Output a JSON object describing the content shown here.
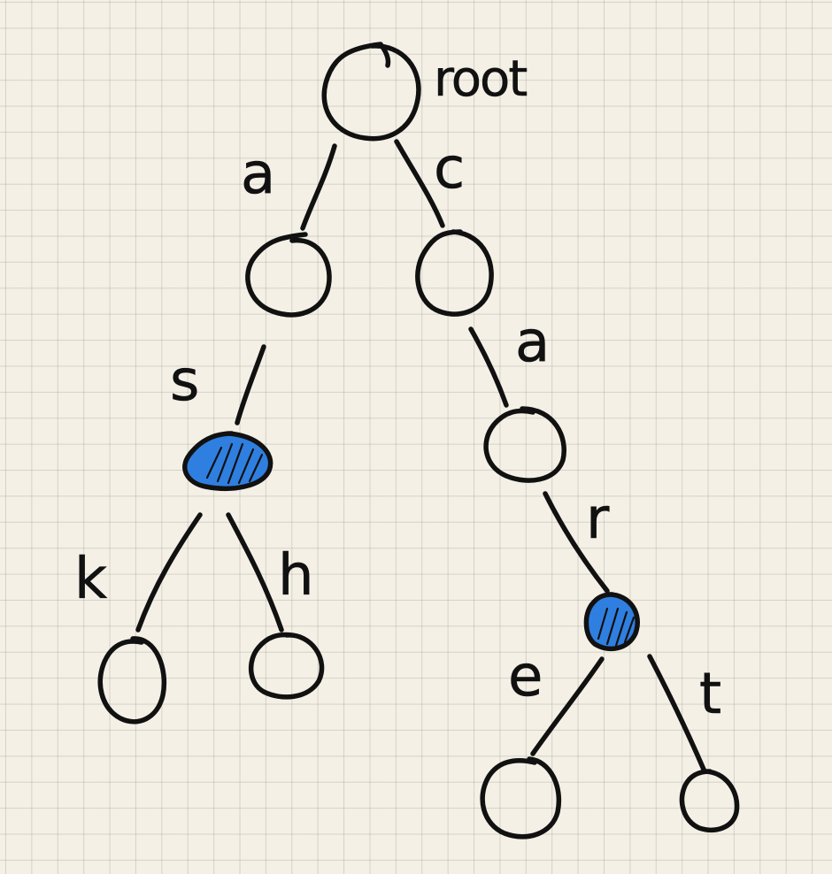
{
  "diagram": {
    "root_label": "root",
    "edge_labels": {
      "root_to_a": "a",
      "root_to_c": "c",
      "a_to_s": "s",
      "c_to_a": "a",
      "s_to_k": "k",
      "s_to_h": "h",
      "a_to_r": "r",
      "r_to_e": "e",
      "r_to_t": "t"
    },
    "marked_nodes": [
      "as",
      "car"
    ],
    "colors": {
      "background": "#f4f0e6",
      "ink": "#111111",
      "marked_fill": "#2f7fe0"
    }
  }
}
